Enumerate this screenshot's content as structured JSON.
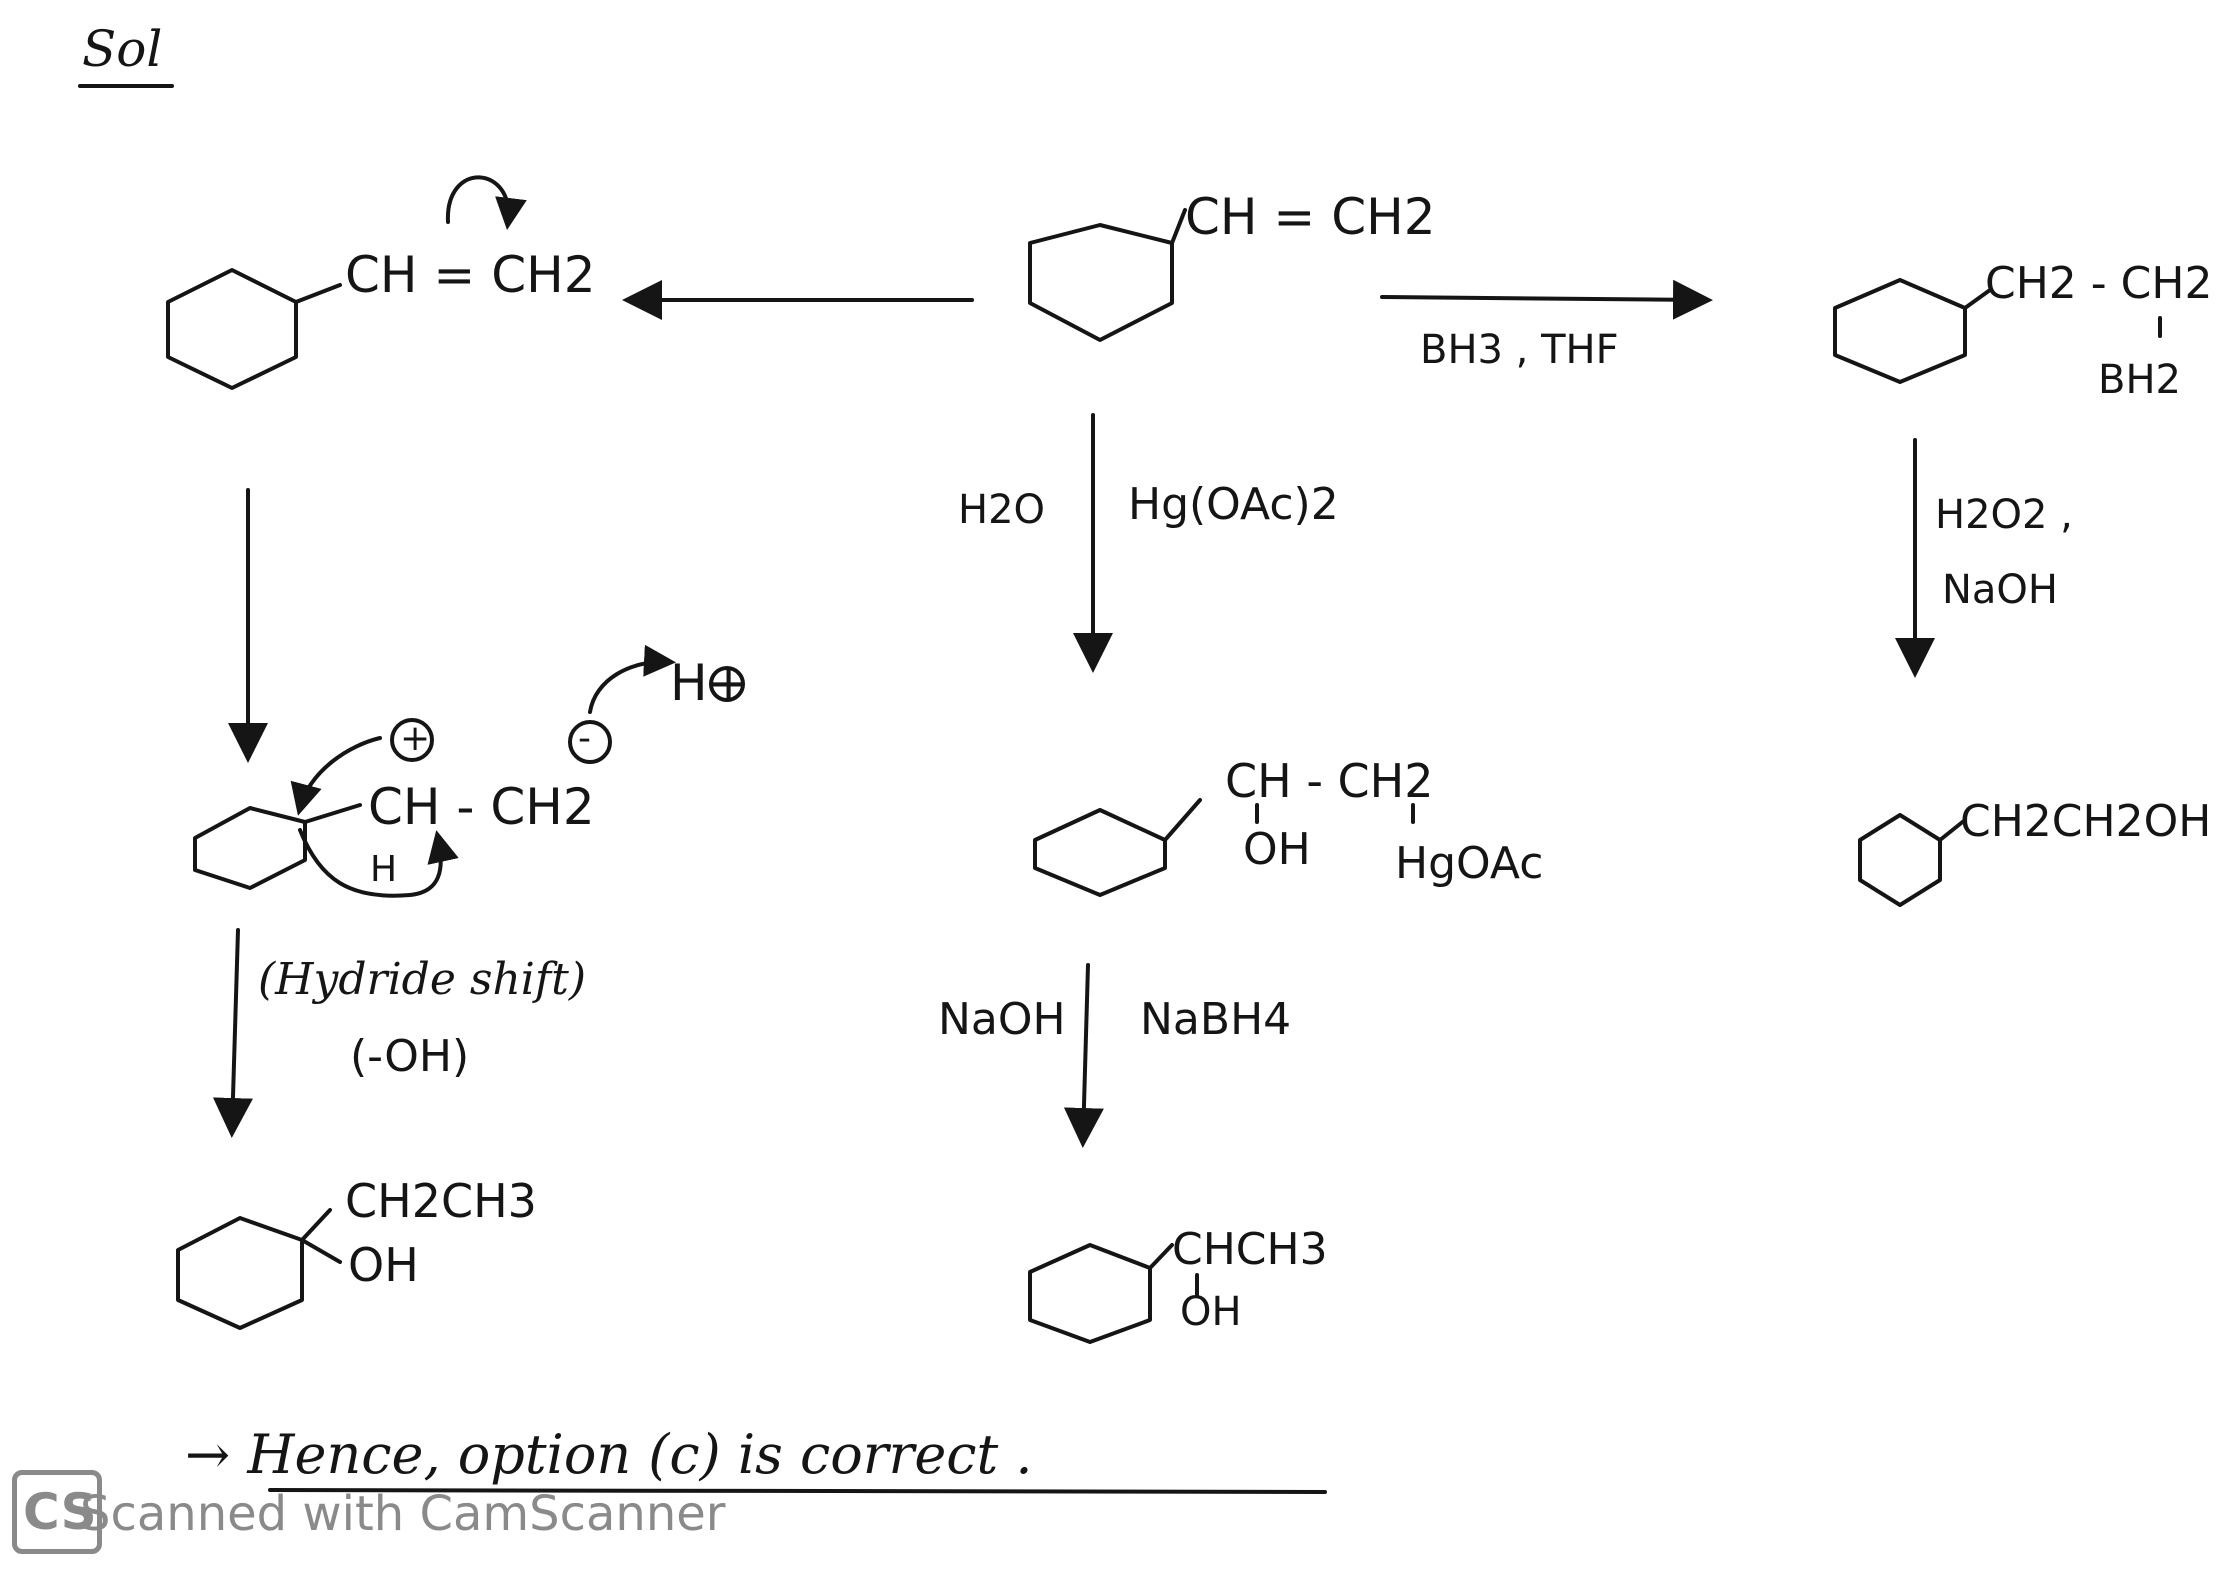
{
  "heading": "Sol",
  "top_center": {
    "group": "CH = CH2"
  },
  "left_path": {
    "start_group": "CH = CH2",
    "intermediate_group": "CH - CH2",
    "plus_charge": "+",
    "minus_charge": "-",
    "h_plus": "H+",
    "migrating_h": "H",
    "conditions_1": "(Hydride shift)",
    "conditions_2": "(-OH)",
    "product_group_1": "CH2CH3",
    "product_group_2": "OH"
  },
  "middle_path": {
    "reagent_left_1": "H2O",
    "reagent_right_1": "Hg(OAc)2",
    "intermediate_top": "CH - CH2",
    "intermediate_oh": "OH",
    "intermediate_hg": "HgOAc",
    "reagent_left_2": "NaOH",
    "reagent_right_2": "NaBH4",
    "product_top": "CHCH3",
    "product_oh": "OH"
  },
  "right_path": {
    "reagent_1": "BH3 , THF",
    "intermediate_top": "CH2 - CH2",
    "intermediate_bottom": "BH2",
    "reagent_2a": "H2O2 ,",
    "reagent_2b": "NaOH",
    "product": "CH2CH2OH"
  },
  "conclusion": "→ Hence, option (c) is correct .",
  "watermark": {
    "logo": "CS",
    "text": "Scanned with CamScanner"
  },
  "colors": {
    "ink": "#151515",
    "paper": "#ffffff",
    "watermark": "#8a8a8a"
  }
}
